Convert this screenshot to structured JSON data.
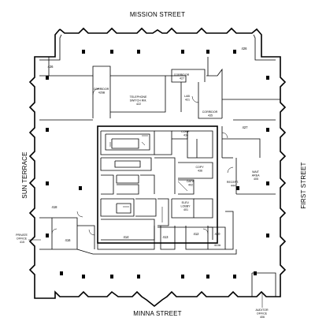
{
  "streets": {
    "north": "MISSION STREET",
    "south": "MINNA STREET",
    "east": "FIRST STREET",
    "west": "SUN TERRACE"
  },
  "rooms": [
    {
      "id": "r426a",
      "label": "426"
    },
    {
      "id": "r426b",
      "label": "426"
    },
    {
      "id": "corridor-426b",
      "label": "CORRIDOR\n426B"
    },
    {
      "id": "telephone-switch",
      "label": "TELEPHONE\nSWITCH RM.\n422"
    },
    {
      "id": "corridor-427",
      "label": "CORRIDOR\n427"
    },
    {
      "id": "lab-421",
      "label": "LAB\n421"
    },
    {
      "id": "corridor-435",
      "label": "CORRIDOR\n435"
    },
    {
      "id": "r427",
      "label": "427"
    },
    {
      "id": "conf-434",
      "label": "CONF.\n434"
    },
    {
      "id": "copy-436",
      "label": "COPY\n436"
    },
    {
      "id": "wait-area",
      "label": "WAIT\nAREA\n405"
    },
    {
      "id": "recept",
      "label": "RECEPT.\n444"
    },
    {
      "id": "data-402",
      "label": "DATA\n402"
    },
    {
      "id": "elev-lobby",
      "label": "ELEV.\nLOBBY\n401"
    },
    {
      "id": "r418",
      "label": "418"
    },
    {
      "id": "r416",
      "label": "416"
    },
    {
      "id": "r414",
      "label": "414"
    },
    {
      "id": "r413",
      "label": "413"
    },
    {
      "id": "r412",
      "label": "412"
    },
    {
      "id": "r410",
      "label": "410"
    },
    {
      "id": "r410a",
      "label": "410A"
    },
    {
      "id": "private-office",
      "label": "PRIVATE\nOFFICE\n415"
    },
    {
      "id": "auditor-office",
      "label": "AUDITOR\nOFFICE\n406"
    }
  ]
}
